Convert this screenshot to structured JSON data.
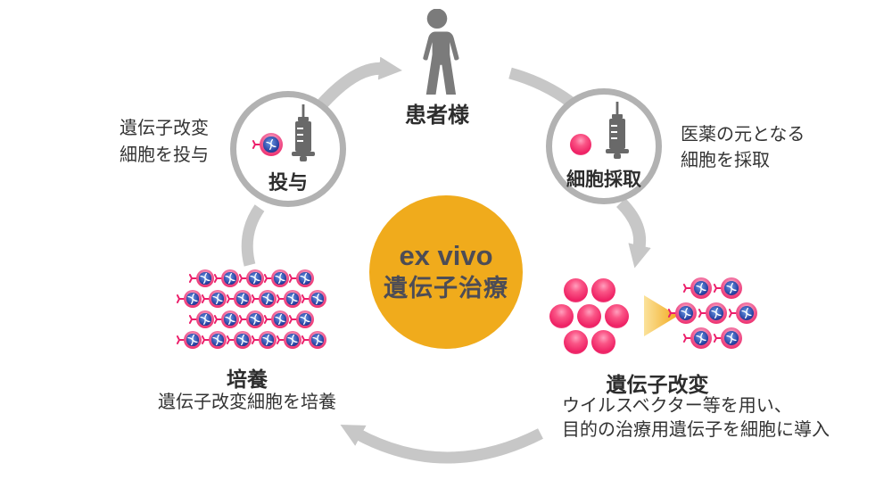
{
  "diagram_title": "ex vivo gene therapy cycle",
  "center_circle": {
    "line1": "ex vivo",
    "line2": "遺伝子治療"
  },
  "patient": {
    "label": "患者様"
  },
  "step_dosing": {
    "label": "投与",
    "note_line1": "遺伝子改変",
    "note_line2": "細胞を投与"
  },
  "step_collect": {
    "label": "細胞採取",
    "note_line1": "医薬の元となる",
    "note_line2": "細胞を採取"
  },
  "step_modify": {
    "title": "遺伝子改変",
    "desc_line1": "ウイルスベクター等を用い、",
    "desc_line2": "目的の治療用遺伝子を細胞に導入"
  },
  "step_culture": {
    "title": "培養",
    "desc": "遺伝子改変細胞を培養"
  },
  "cell_groups": {
    "plain_rows": [
      2,
      3,
      2
    ],
    "modified_rows": [
      2,
      3,
      2
    ],
    "culture_rows": [
      5,
      6,
      5,
      6
    ]
  },
  "icons": {
    "patient": "person-icon",
    "syringe": "syringe-icon",
    "plain_cell": "cell-icon",
    "modified_cell": "gene-modified-cell-icon",
    "transform": "right-triangle-arrow-icon"
  },
  "colors": {
    "accent_yellow": "#F0AB1C",
    "center_text": "#4C4C56",
    "arrow_gray": "#C7C7C7",
    "ring_gray": "#B2B2B2",
    "pictogram_gray": "#7B7B7B",
    "cell_pink": "#EE2F6E",
    "dna_blue": "#27409F"
  }
}
